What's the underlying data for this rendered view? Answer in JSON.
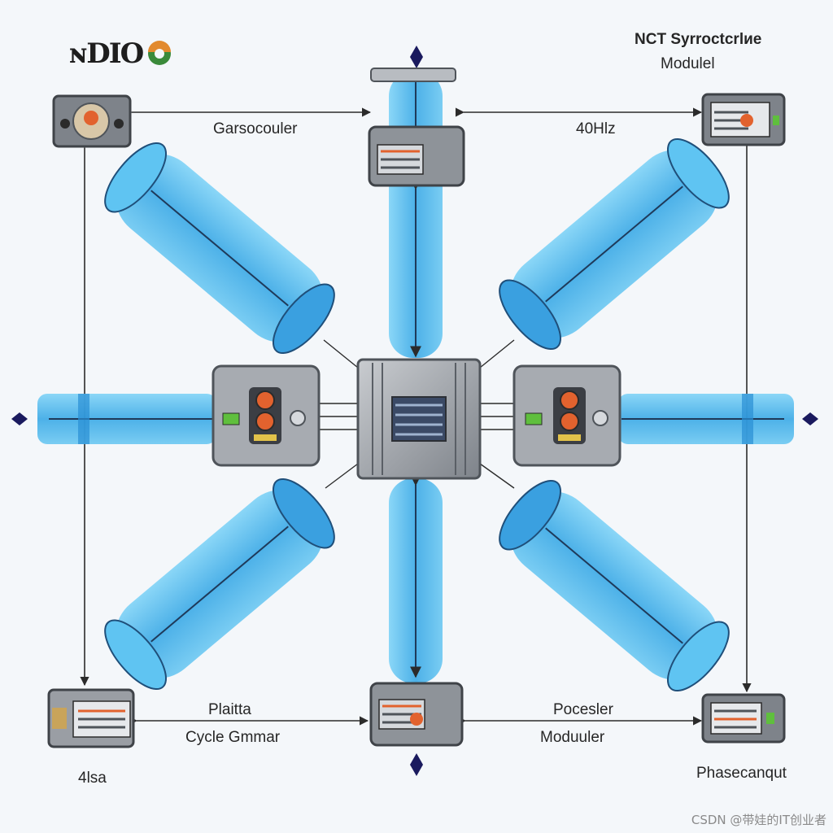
{
  "logo": {
    "text": "ɴDIO"
  },
  "labels": {
    "top_right_title_line1": "NCT Syrroctcrlиe",
    "top_right_title_line2": "Modulel",
    "top_left": "Garsocouler",
    "top_right": "40Hlz",
    "bottom_left_line1": "Plaitta",
    "bottom_left_line2": "Cycle Gmmar",
    "bottom_left_corner": "4lsa",
    "bottom_right_line1": "Pocesler",
    "bottom_right_line2": "Moduuler",
    "bottom_right_corner": "Phasecanqut"
  },
  "watermark": "CSDN @带娃的IT创业者",
  "colors": {
    "tube": "#48b6ec",
    "tube_dark": "#2a8fd4",
    "device_body": "#8e9399",
    "device_frame": "#4f545a",
    "accent_orange": "#e2622e",
    "accent_green": "#5fbf3d",
    "arrow_marker": "#1a1a5e",
    "line": "#2b2b2b"
  }
}
